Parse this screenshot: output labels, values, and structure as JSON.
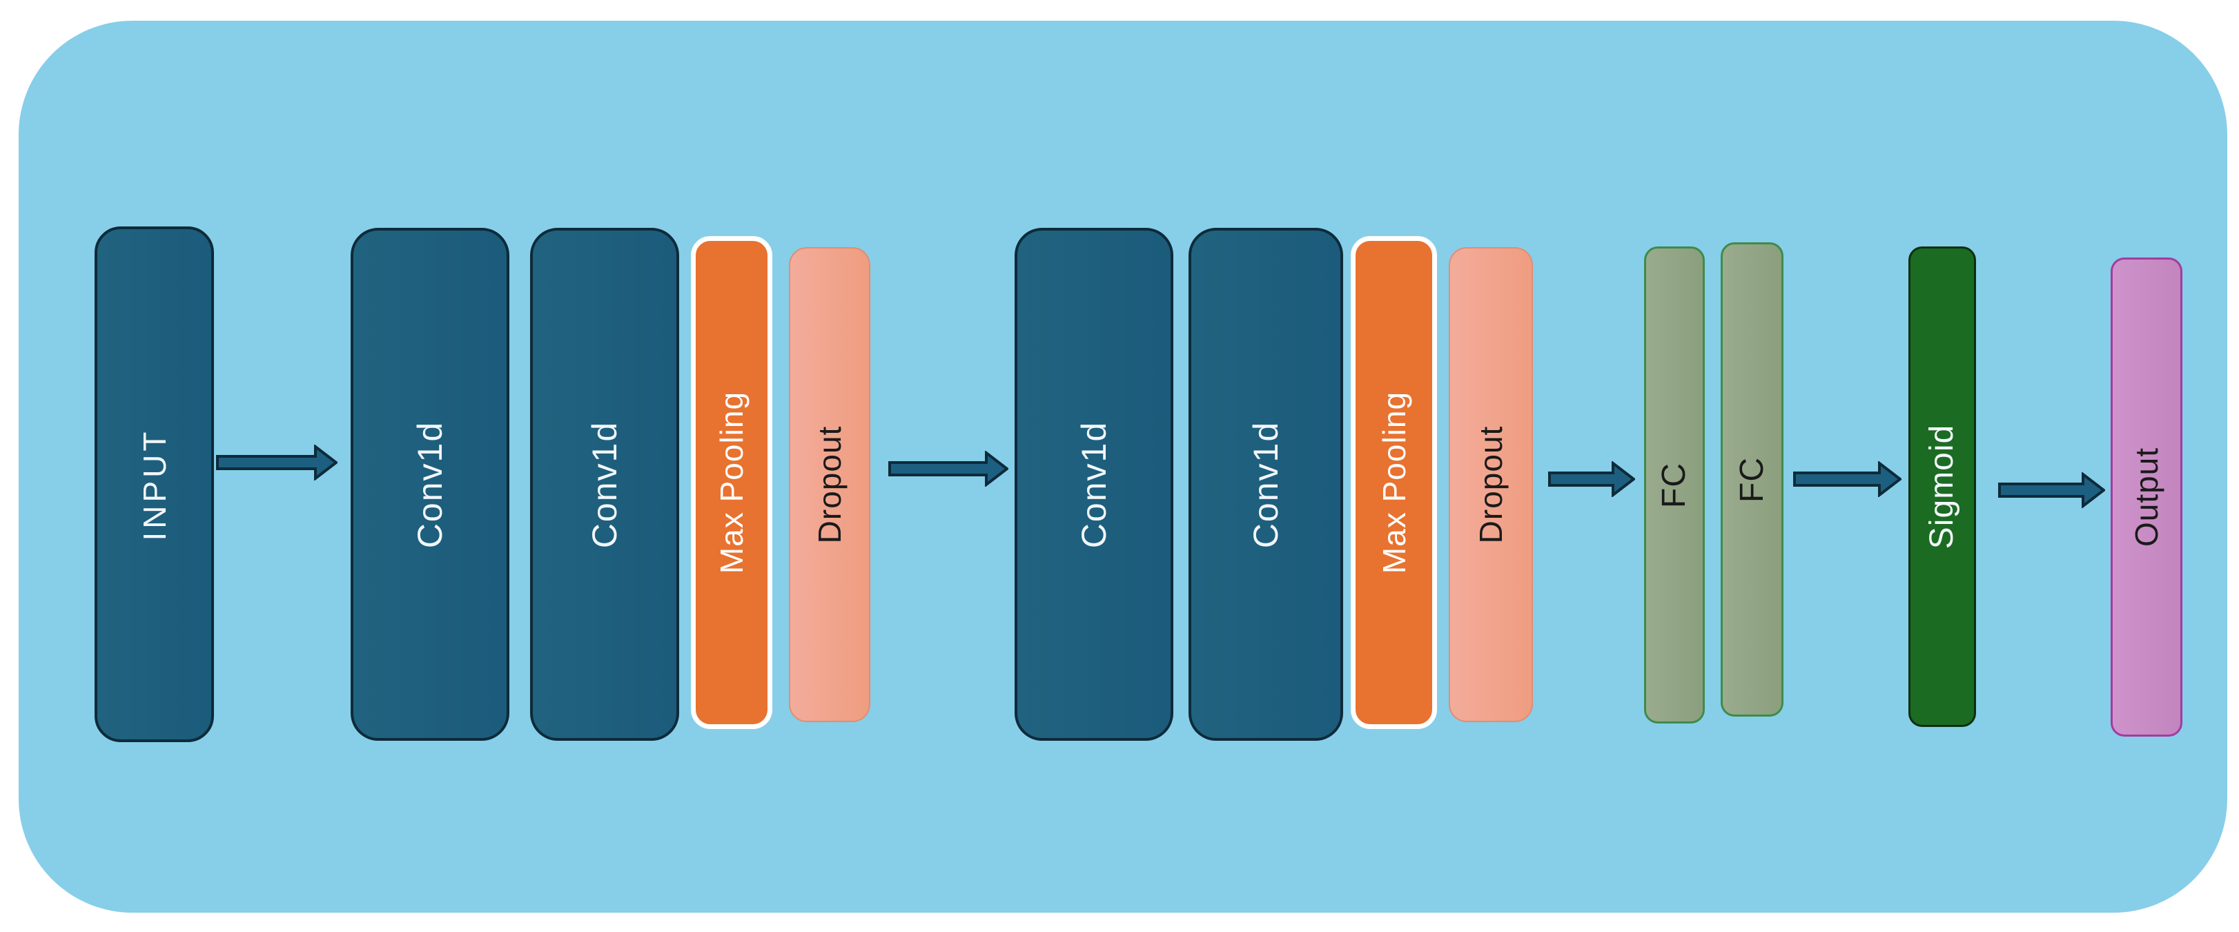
{
  "diagram": {
    "description": "1D CNN architecture flow diagram",
    "layers": [
      {
        "label": "INPUT"
      },
      {
        "label": "Conv1d"
      },
      {
        "label": "Conv1d"
      },
      {
        "label": "Max Pooling"
      },
      {
        "label": "Dropout"
      },
      {
        "label": "Conv1d"
      },
      {
        "label": "Conv1d"
      },
      {
        "label": "Max Pooling"
      },
      {
        "label": "Dropout"
      },
      {
        "label": "FC"
      },
      {
        "label": "FC"
      },
      {
        "label": "Sigmoid"
      },
      {
        "label": "Output"
      }
    ],
    "arrow_count": 5
  },
  "colors": {
    "page_background": "#FFFFFF",
    "canvas_background": "#87CEE9",
    "conv_input_fill": "#1E5F80",
    "conv_input_border": "#0D2B3A",
    "conv_input_text": "#F2F7FA",
    "max_pooling_fill": "#E8722F",
    "max_pooling_border": "#FFFFFF",
    "max_pooling_text": "#FFFFFF",
    "dropout_fill_left": "#F3AC9B",
    "dropout_fill_right": "#EF9D80",
    "dropout_border": "#E18D72",
    "fc_fill_left": "#9AAB8E",
    "fc_fill_right": "#8B9F7E",
    "fc_border": "#3F8B49",
    "sigmoid_fill": "#1C6B23",
    "sigmoid_border": "#0C2F10",
    "output_fill": "#CC8EC8",
    "output_border": "#A23C9E",
    "arrow_fill": "#1D5F80",
    "arrow_border": "#0D2B3A",
    "dark_text": "#1A1A1A"
  }
}
